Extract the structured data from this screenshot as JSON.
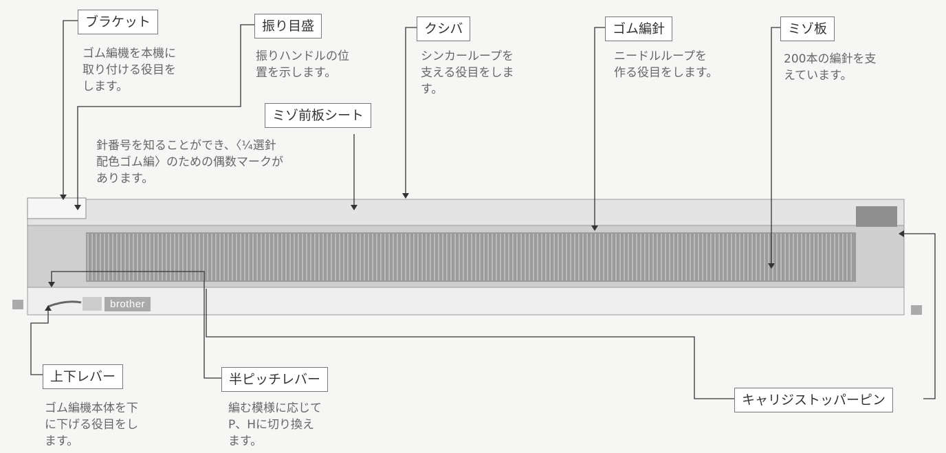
{
  "labels": {
    "bracket": "ブラケット",
    "swing_scale": "振り目盛",
    "comb": "クシバ",
    "rib_needle": "ゴム編針",
    "groove_plate": "ミゾ板",
    "groove_front_sheet": "ミゾ前板シート",
    "updown_lever": "上下レバー",
    "half_pitch_lever": "半ピッチレバー",
    "carriage_stopper_pin": "キャリジストッパーピン"
  },
  "descriptions": {
    "bracket": [
      "ゴム編機を本機に",
      "取り付ける役目を",
      "します。"
    ],
    "swing_scale": [
      "振りハンドルの位",
      "置を示します。"
    ],
    "comb": [
      "シンカーループを",
      "支える役目をしま",
      "す。"
    ],
    "rib_needle": [
      "ニードルループを",
      "作る役目をします。"
    ],
    "groove_plate": [
      "200本の編針を支",
      "えています。"
    ],
    "groove_front_sheet": [
      "針番号を知ることができ、〈¼選針",
      "配色ゴム編〉のための偶数マークが",
      "あります。"
    ],
    "updown_lever": [
      "ゴム編機本体を下",
      "に下げる役目をし",
      "ます。"
    ],
    "half_pitch_lever": [
      "編む模様に応じて",
      "P、Hに切り換え",
      "ます。"
    ]
  },
  "machine": {
    "brand": "brother"
  },
  "colors": {
    "line": "#333333",
    "machine_gray": "#c9c9c9",
    "machine_dark": "#8a8a8a"
  }
}
